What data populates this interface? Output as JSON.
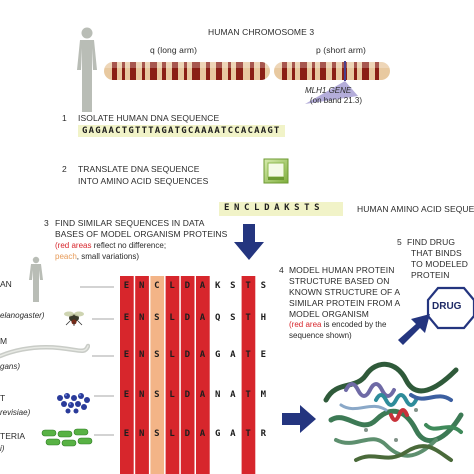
{
  "chromosome": {
    "title": "HUMAN CHROMOSOME 3",
    "q_label": "q (long arm)",
    "p_label": "p (short arm)",
    "gene_label": "MLH1 GENE",
    "band_label": "(on band 21.3)"
  },
  "steps": {
    "s1_num": "1",
    "s1_text": "ISOLATE HUMAN DNA SEQUENCE",
    "dna_sequence": "GAGAACTGTTTAGATGCAAAATCCACAAGT",
    "s2_num": "2",
    "s2_line1": "TRANSLATE DNA SEQUENCE",
    "s2_line2": "INTO AMINO ACID SEQUENCES",
    "amino_sequence": "ENCLDAKSTS",
    "amino_label": "HUMAN AMINO ACID SEQUE",
    "s3_num": "3",
    "s3_line1": "FIND SIMILAR SEQUENCES IN DATA",
    "s3_line2": "BASES OF MODEL ORGANISM PROTEINS",
    "s3_red": "(red areas",
    "s3_line3_rest": "reflect no difference;",
    "s3_peach": "peach",
    "s3_line4_rest": ", small variations)",
    "s4_num": "4",
    "s4_lines": [
      "MODEL HUMAN PROTEIN",
      "STRUCTURE BASED ON",
      "KNOWN STRUCTURE OF A",
      "SIMILAR PROTEIN FROM A",
      "MODEL ORGANISM"
    ],
    "s4_red": "(red area",
    "s4_red_rest": "is encoded by the",
    "s4_last": "sequence shown)",
    "s5_num": "5",
    "s5_lines": [
      "FIND DRUG",
      "THAT BINDS",
      "TO MODELED",
      "PROTEIN"
    ],
    "drug_label": "DRUG"
  },
  "organisms": [
    {
      "label": "AN",
      "italic": false
    },
    {
      "label": "elanogaster)",
      "italic": true
    },
    {
      "label": "M",
      "italic": false
    },
    {
      "label": "gans)",
      "italic": true
    },
    {
      "label": "T",
      "italic": false
    },
    {
      "label": "revisiae)",
      "italic": true
    },
    {
      "label": "TERIA",
      "italic": false
    },
    {
      "label": "i)",
      "italic": true
    }
  ],
  "alignment": [
    "ENCLDAKSTS",
    "ENSLDAQSTH",
    "ENSLDAGATE",
    "ENSLDANATM",
    "ENSLDAGATR"
  ],
  "colors": {
    "red": "#d7262c",
    "peach": "#f3b487",
    "navy": "#24357f",
    "dna_bg": "#f1f3c8"
  }
}
